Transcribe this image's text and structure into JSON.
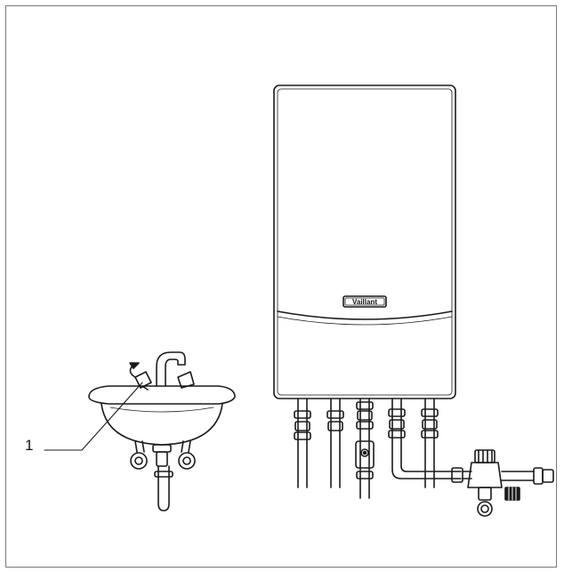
{
  "figure": {
    "callouts": [
      {
        "label": "1"
      }
    ],
    "brand_badge": "Vaillant",
    "colors": {
      "stroke": "#1a1a1a",
      "frame": "#7a7a7a",
      "background": "#ffffff"
    },
    "components": {
      "boiler": "wall-hung-boiler",
      "sink": "wash-basin",
      "tap": "mixer-tap",
      "valve": "expansion-valve-assembly"
    }
  }
}
